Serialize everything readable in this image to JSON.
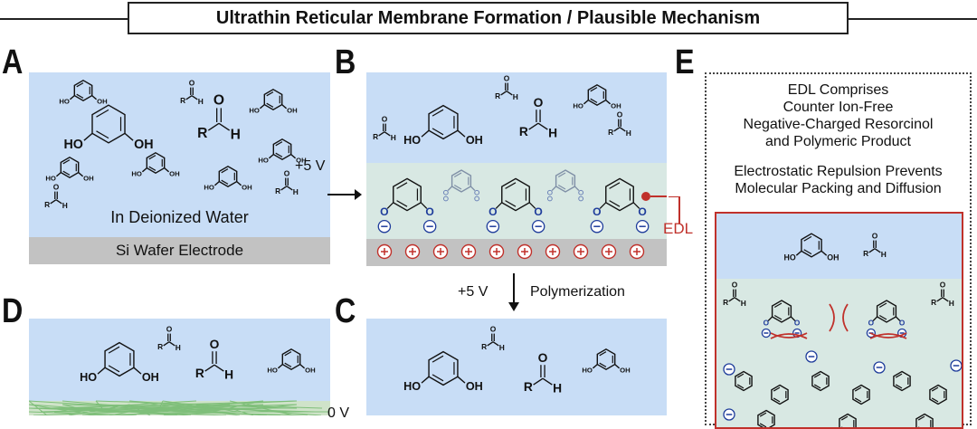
{
  "header": {
    "title": "Ultrathin Reticular Membrane Formation / Plausible Mechanism"
  },
  "panels": {
    "A": {
      "letter": "A",
      "caption": "In Deionized Water",
      "wafer_label": "Si Wafer Electrode"
    },
    "B": {
      "letter": "B",
      "edl_label": "EDL"
    },
    "C": {
      "letter": "C"
    },
    "D": {
      "letter": "D"
    },
    "E": {
      "letter": "E",
      "text1": [
        "EDL Comprises",
        "Counter Ion-Free",
        "Negative-Charged Resorcinol",
        "and Polymeric Product"
      ],
      "text2": [
        "Electrostatic Repulsion Prevents",
        "Molecular Packing and Diffusion"
      ]
    }
  },
  "arrows": {
    "a_to_b": "+5 V",
    "b_to_c_voltage": "+5 V",
    "b_to_c_process": "Polymerization",
    "c_to_d": "0 V"
  },
  "chem": {
    "oh": "OH",
    "ho": "HO",
    "r": "R",
    "o": "O",
    "h": "H",
    "minus": "−",
    "plus": "+"
  },
  "colors": {
    "water": "#c8ddf6",
    "edl_green": "#d8e8e3",
    "wafer": "#c2c2c2",
    "accent_red": "#c0312b",
    "anion_blue": "#1e3c9b"
  }
}
